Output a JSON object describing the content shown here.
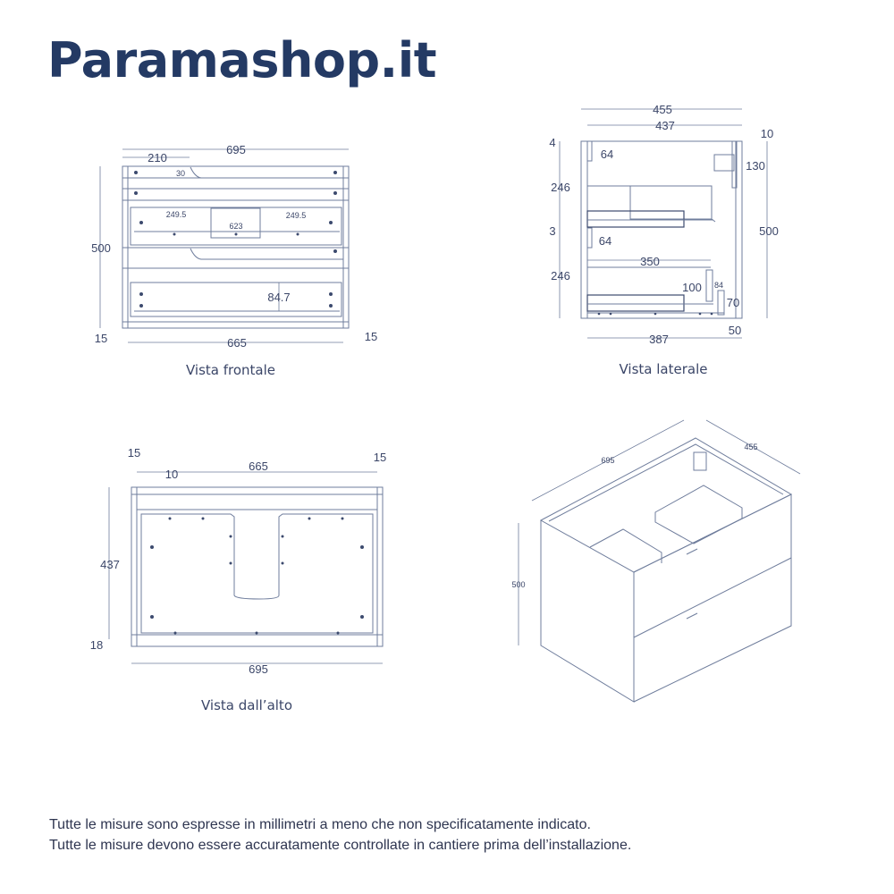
{
  "brand": "Paramashop.it",
  "front": {
    "caption": "Vista frontale",
    "dims": [
      "695",
      "210",
      "30",
      "500",
      "249.5",
      "623",
      "249.5",
      "84.7",
      "15",
      "665",
      "15"
    ]
  },
  "side": {
    "caption": "Vista laterale",
    "dims": [
      "455",
      "437",
      "10",
      "4",
      "64",
      "130",
      "246",
      "500",
      "3",
      "64",
      "350",
      "246",
      "100",
      "84",
      "70",
      "387",
      "50"
    ]
  },
  "top": {
    "caption": "Vista dall’alto",
    "dims": [
      "15",
      "665",
      "15",
      "10",
      "437",
      "18",
      "695"
    ]
  },
  "iso": {
    "dims": [
      "695",
      "455",
      "500"
    ]
  },
  "footer": {
    "line1": "Tutte le misure sono espresse in millimetri a meno che non specificatamente indicato.",
    "line2": "Tutte le misure devono essere accuratamente controllate in cantiere prima dell’installazione."
  },
  "colors": {
    "brand": "#243a64",
    "line": "#6f7d9c"
  }
}
